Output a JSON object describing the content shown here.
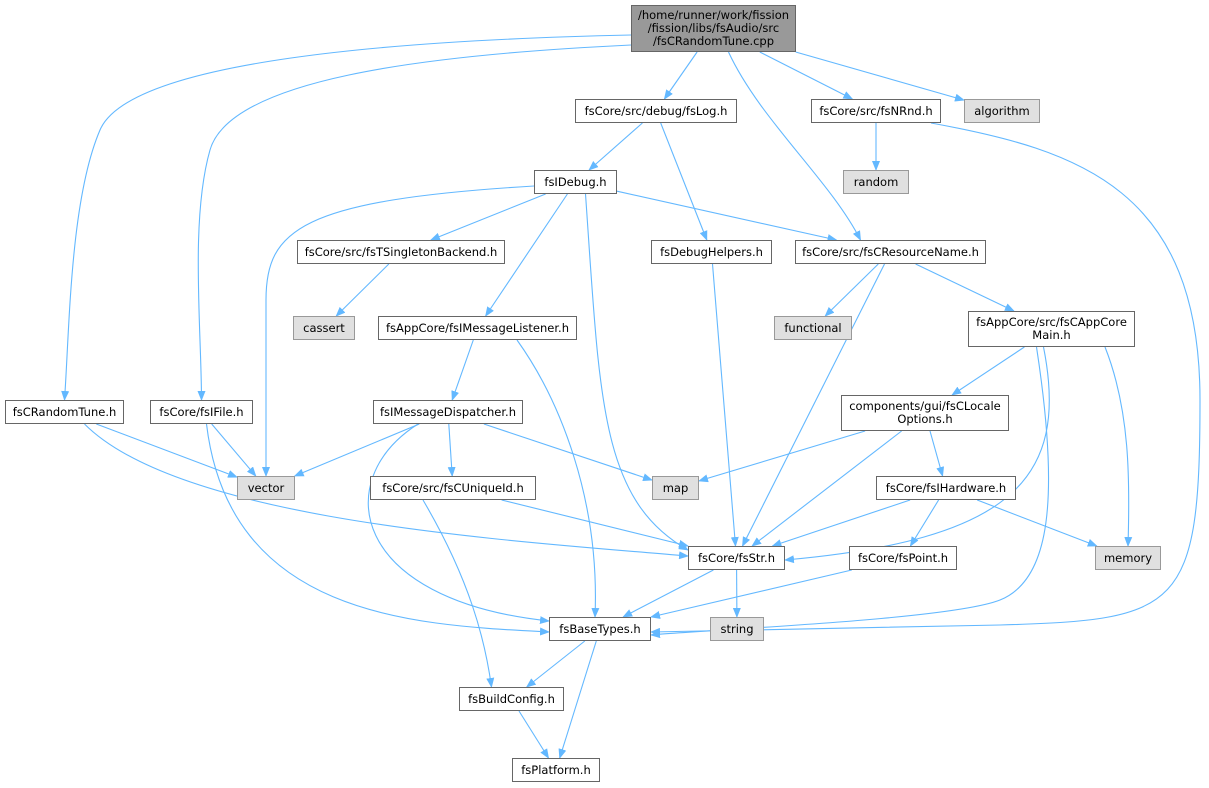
{
  "diagram": {
    "edge_color": "#63b8ff",
    "node_border_color": "#666666",
    "root_fill_color": "#999999",
    "system_fill_color": "#e0e0e0",
    "nodes": [
      {
        "id": "root",
        "label": "/home/runner/work/fission\n/fission/libs/fsAudio/src\n/fsCRandomTune.cpp",
        "kind": "root"
      },
      {
        "id": "fslog",
        "label": "fsCore/src/debug/fsLog.h",
        "kind": "file"
      },
      {
        "id": "nrnd",
        "label": "fsCore/src/fsNRnd.h",
        "kind": "file"
      },
      {
        "id": "algorithm",
        "label": "algorithm",
        "kind": "system"
      },
      {
        "id": "random",
        "label": "random",
        "kind": "system"
      },
      {
        "id": "idebug",
        "label": "fsIDebug.h",
        "kind": "file"
      },
      {
        "id": "singleton",
        "label": "fsCore/src/fsTSingletonBackend.h",
        "kind": "file"
      },
      {
        "id": "debughelpers",
        "label": "fsDebugHelpers.h",
        "kind": "file"
      },
      {
        "id": "resname",
        "label": "fsCore/src/fsCResourceName.h",
        "kind": "file"
      },
      {
        "id": "cassert",
        "label": "cassert",
        "kind": "system"
      },
      {
        "id": "msglistener",
        "label": "fsAppCore/fsIMessageListener.h",
        "kind": "file"
      },
      {
        "id": "functional",
        "label": "functional",
        "kind": "system"
      },
      {
        "id": "appcore",
        "label": "fsAppCore/src/fsCAppCore\nMain.h",
        "kind": "file"
      },
      {
        "id": "crandomtune",
        "label": "fsCRandomTune.h",
        "kind": "file"
      },
      {
        "id": "ifile",
        "label": "fsCore/fsIFile.h",
        "kind": "file"
      },
      {
        "id": "msgdispatcher",
        "label": "fsIMessageDispatcher.h",
        "kind": "file"
      },
      {
        "id": "localeopts",
        "label": "components/gui/fsCLocale\nOptions.h",
        "kind": "file"
      },
      {
        "id": "vector",
        "label": "vector",
        "kind": "system"
      },
      {
        "id": "map",
        "label": "map",
        "kind": "system"
      },
      {
        "id": "cuniqueid",
        "label": "fsCore/src/fsCUniqueId.h",
        "kind": "file"
      },
      {
        "id": "ihardware",
        "label": "fsCore/fsIHardware.h",
        "kind": "file"
      },
      {
        "id": "fsstr",
        "label": "fsCore/fsStr.h",
        "kind": "file"
      },
      {
        "id": "fspoint",
        "label": "fsCore/fsPoint.h",
        "kind": "file"
      },
      {
        "id": "memory",
        "label": "memory",
        "kind": "system"
      },
      {
        "id": "basetypes",
        "label": "fsBaseTypes.h",
        "kind": "file"
      },
      {
        "id": "string",
        "label": "string",
        "kind": "system"
      },
      {
        "id": "buildconfig",
        "label": "fsBuildConfig.h",
        "kind": "file"
      },
      {
        "id": "platform",
        "label": "fsPlatform.h",
        "kind": "file"
      }
    ],
    "edges": [
      [
        "root",
        "fslog"
      ],
      [
        "root",
        "resname"
      ],
      [
        "root",
        "nrnd"
      ],
      [
        "root",
        "algorithm"
      ],
      [
        "root",
        "crandomtune"
      ],
      [
        "root",
        "ifile"
      ],
      [
        "fslog",
        "idebug"
      ],
      [
        "fslog",
        "debughelpers"
      ],
      [
        "nrnd",
        "random"
      ],
      [
        "nrnd",
        "basetypes"
      ],
      [
        "idebug",
        "singleton"
      ],
      [
        "idebug",
        "resname"
      ],
      [
        "idebug",
        "msglistener"
      ],
      [
        "idebug",
        "vector"
      ],
      [
        "idebug",
        "fsstr"
      ],
      [
        "singleton",
        "cassert"
      ],
      [
        "debughelpers",
        "fsstr"
      ],
      [
        "resname",
        "functional"
      ],
      [
        "resname",
        "appcore"
      ],
      [
        "resname",
        "fsstr"
      ],
      [
        "msglistener",
        "msgdispatcher"
      ],
      [
        "msglistener",
        "basetypes"
      ],
      [
        "appcore",
        "localeopts"
      ],
      [
        "appcore",
        "memory"
      ],
      [
        "appcore",
        "fsstr"
      ],
      [
        "appcore",
        "basetypes"
      ],
      [
        "crandomtune",
        "vector"
      ],
      [
        "crandomtune",
        "fsstr"
      ],
      [
        "ifile",
        "vector"
      ],
      [
        "ifile",
        "basetypes"
      ],
      [
        "msgdispatcher",
        "vector"
      ],
      [
        "msgdispatcher",
        "map"
      ],
      [
        "msgdispatcher",
        "cuniqueid"
      ],
      [
        "msgdispatcher",
        "basetypes"
      ],
      [
        "localeopts",
        "map"
      ],
      [
        "localeopts",
        "ihardware"
      ],
      [
        "localeopts",
        "fsstr"
      ],
      [
        "cuniqueid",
        "fsstr"
      ],
      [
        "cuniqueid",
        "buildconfig"
      ],
      [
        "ihardware",
        "fsstr"
      ],
      [
        "ihardware",
        "fspoint"
      ],
      [
        "ihardware",
        "memory"
      ],
      [
        "fsstr",
        "basetypes"
      ],
      [
        "fsstr",
        "string"
      ],
      [
        "fspoint",
        "basetypes"
      ],
      [
        "basetypes",
        "buildconfig"
      ],
      [
        "basetypes",
        "platform"
      ],
      [
        "buildconfig",
        "platform"
      ]
    ]
  }
}
